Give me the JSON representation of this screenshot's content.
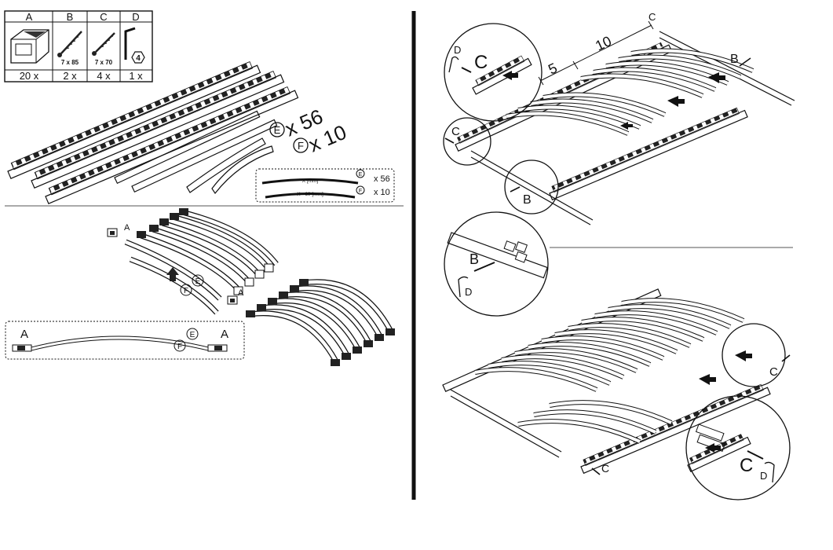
{
  "parts_table": {
    "headers": [
      "A",
      "B",
      "C",
      "D"
    ],
    "sizes": [
      "7 x 85",
      "7 x 70"
    ],
    "hex_key_size": "4",
    "quantities": [
      "20 x",
      "2 x",
      "4 x",
      "1 x"
    ]
  },
  "slats": {
    "e": {
      "letter": "E",
      "count": "x 56"
    },
    "f": {
      "letter": "F",
      "count": "x 10"
    }
  },
  "slat_length_box": {
    "e_length": "X [mm]",
    "f_length": "X - 60 [mm]",
    "e_letter": "E",
    "f_letter": "F",
    "e_count": "x 56",
    "f_count": "x 10"
  },
  "step2": {
    "cap_letter": "A",
    "e_letter": "E",
    "f_letter": "F",
    "detail_left": "A",
    "detail_right": "A",
    "detail_e": "E",
    "detail_f": "F"
  },
  "step3": {
    "top_c": "C",
    "dim_5": "5",
    "dim_10": "10",
    "zoom_c": "C",
    "zoom_d": "D",
    "left_c": "C",
    "b_right": "B",
    "b_bottom": "B"
  },
  "step4": {
    "zoom_b": "B",
    "zoom_d": "D"
  },
  "step5": {
    "right_c": "C",
    "bottom_c": "C",
    "zoom_c": "C",
    "zoom_d": "D"
  }
}
